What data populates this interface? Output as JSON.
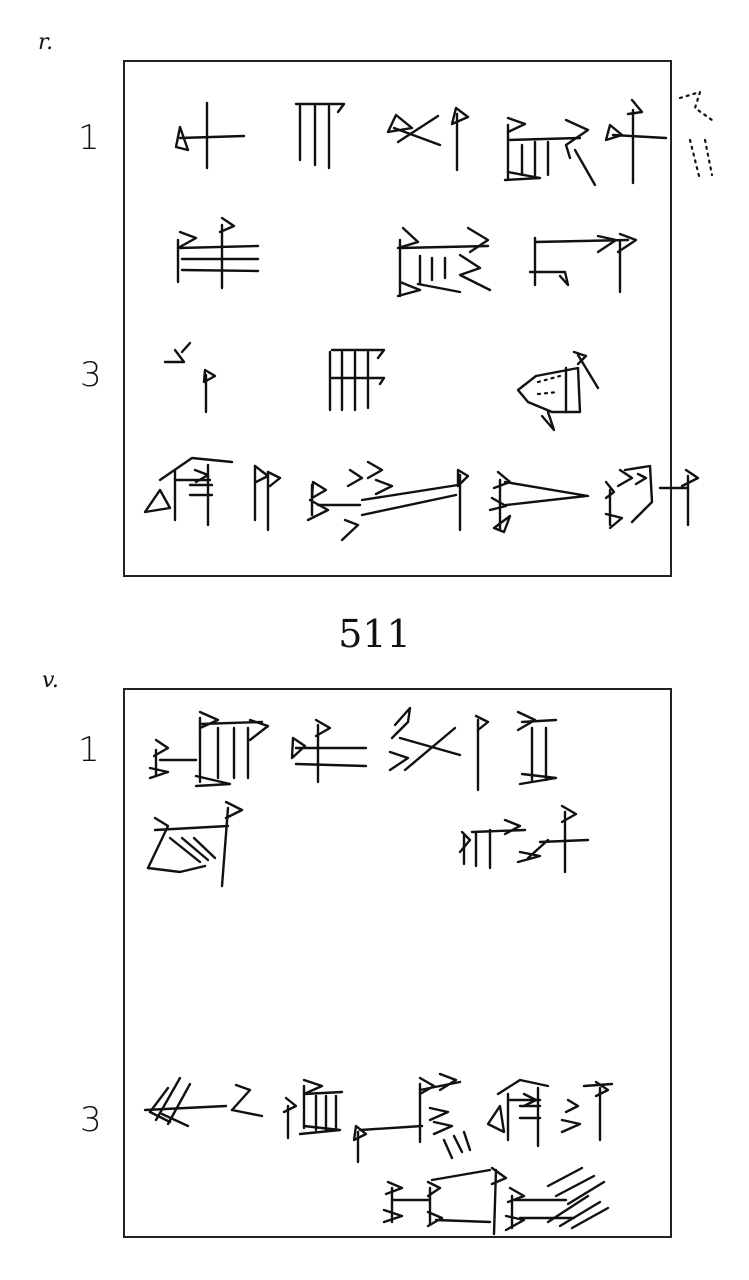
{
  "obverse": {
    "side_label": "r.",
    "line_numbers": [
      "1",
      "3"
    ]
  },
  "catalogue_number": "511",
  "reverse": {
    "side_label": "v.",
    "line_numbers": [
      "1",
      "3"
    ]
  },
  "icons": {
    "cuneiform_drawing": "cuneiform-sign-icons"
  }
}
